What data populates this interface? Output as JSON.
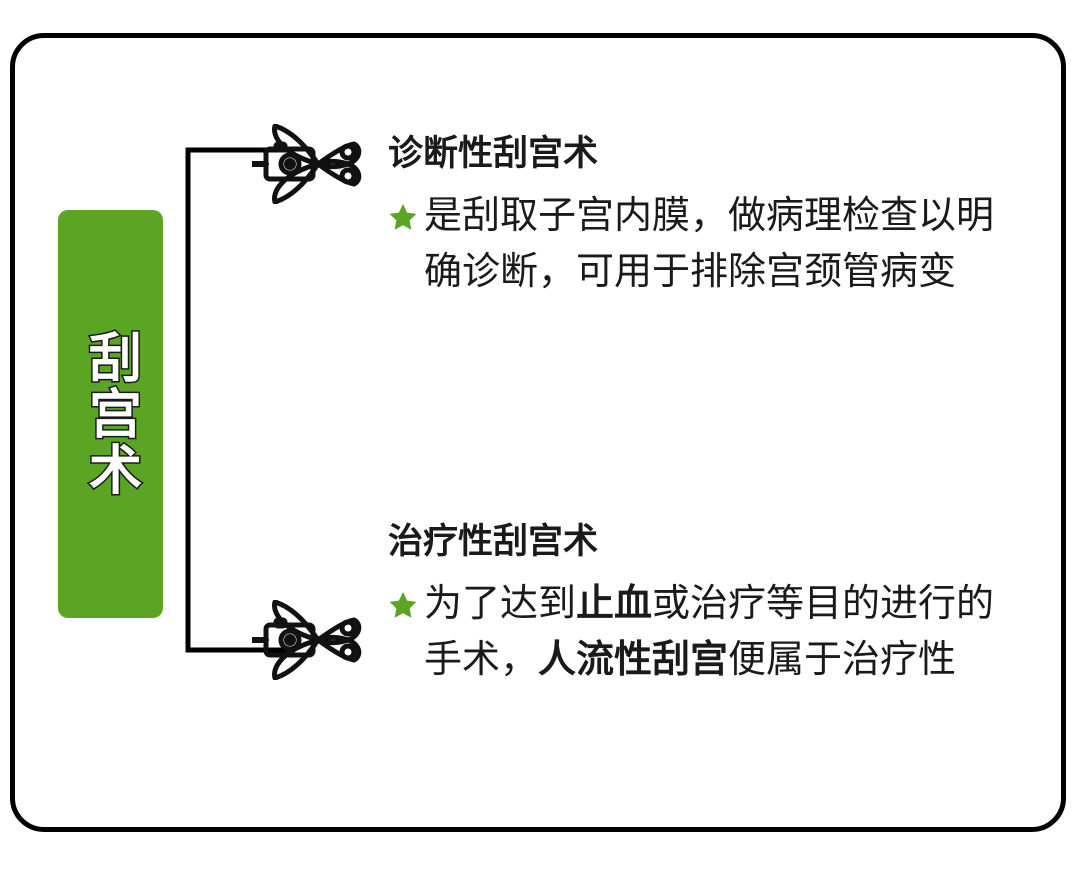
{
  "diagram": {
    "type": "mind-map",
    "root": {
      "label": "刮宫术",
      "orientation": "vertical",
      "color": "#5aa524",
      "text_color": "#ffffff"
    },
    "accent_color": "#5aa524",
    "border_color": "#000000",
    "background_color": "#ffffff",
    "branches": [
      {
        "title": "诊断性刮宫术",
        "icon": "scissors-icon",
        "bullet_icon": "star-bullet-icon",
        "bullet_segments": [
          {
            "text": "是刮取子宫内膜，做病理检查以明确诊断，可用于排除宫颈管病变",
            "bold": false
          }
        ],
        "bullet_text": "是刮取子宫内膜，做病理检查以明确诊断，可用于排除宫颈管病变"
      },
      {
        "title": "治疗性刮宫术",
        "icon": "scissors-icon",
        "bullet_icon": "star-bullet-icon",
        "bullet_segments": [
          {
            "text": "为了达到",
            "bold": false
          },
          {
            "text": "止血",
            "bold": true
          },
          {
            "text": "或治疗等目的进行的手术，",
            "bold": false
          },
          {
            "text": "人流性刮宫",
            "bold": true
          },
          {
            "text": "便属于治疗性",
            "bold": false
          }
        ],
        "bullet_text": "为了达到止血或治疗等目的进行的手术，人流性刮宫便属于治疗性"
      }
    ]
  }
}
